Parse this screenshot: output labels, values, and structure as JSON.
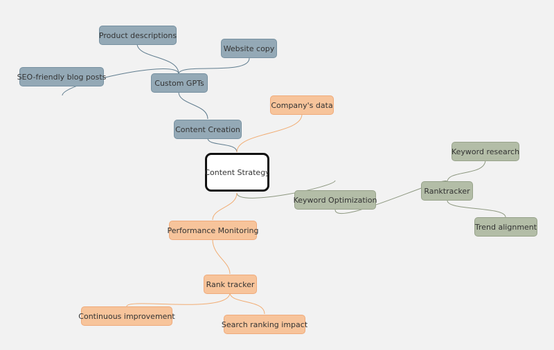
{
  "colors": {
    "background": "#f2f2f2",
    "blue_branch": "#5f7c8e",
    "orange_branch": "#f1ac72",
    "green_branch": "#8c977f"
  },
  "nodes": {
    "root": "Content Strategy",
    "content_creation": "Content Creation",
    "custom_gpts": "Custom GPTs",
    "product_descriptions": "Product descriptions",
    "website_copy": "Website copy",
    "seo_blog_posts": "SEO-friendly blog posts",
    "companys_data": "Company's data",
    "keyword_optimization": "Keyword Optimization",
    "ranktracker": "Ranktracker",
    "keyword_research": "Keyword research",
    "trend_alignment": "Trend alignment",
    "performance_monitoring": "Performance Monitoring",
    "rank_tracker": "Rank tracker",
    "continuous_improvement": "Continuous improvement",
    "search_ranking_impact": "Search ranking impact"
  }
}
